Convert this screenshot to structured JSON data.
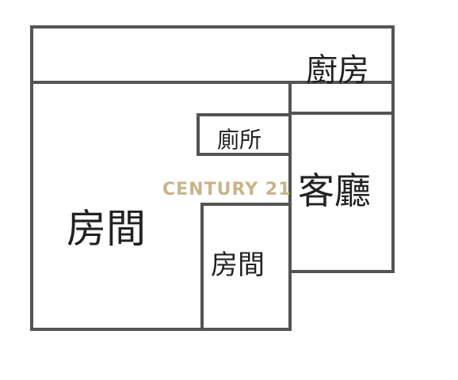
{
  "floor_plan": {
    "rooms": {
      "kitchen": "廚房",
      "bathroom": "廁所",
      "living_room": "客廳",
      "bedroom_large": "房間",
      "bedroom_small": "房間"
    }
  },
  "watermark": {
    "brand": "CENTURY 21",
    "tagline": "",
    "color": "#c8b48a"
  },
  "colors": {
    "wall": "#545454",
    "text": "#222222",
    "background": "#ffffff"
  }
}
